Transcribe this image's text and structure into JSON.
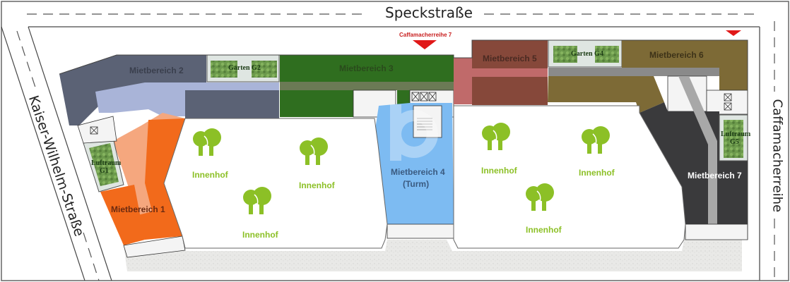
{
  "streets": {
    "north": "Speckstraße",
    "west": "Kaiser-Wilhelm-Straße",
    "east": "Caffamacherreihe"
  },
  "entrance": {
    "label": "Caffamacherreihe 7",
    "marker_color": "#e01818"
  },
  "rental_areas": [
    {
      "id": "mb1",
      "label": "Mietbereich 1",
      "color": "#f26a1b",
      "text_color": "#6b2a10"
    },
    {
      "id": "mb2",
      "label": "Mietbereich 2",
      "color": "#5b6275",
      "text_color": "#3a3f4d"
    },
    {
      "id": "mb3",
      "label": "Mietbereich 3",
      "color": "#2f6e1f",
      "text_color": "#2a4a1c"
    },
    {
      "id": "mb4",
      "label": "Mietbereich 4",
      "sublabel": "(Turm)",
      "color": "#7dbbf2",
      "text_color": "#3a5a80"
    },
    {
      "id": "mb5",
      "label": "Mietbereich 5",
      "color": "#86483a",
      "text_color": "#4a2a22"
    },
    {
      "id": "mb6",
      "label": "Mietbereich 6",
      "color": "#7d6a36",
      "text_color": "#3d3218"
    },
    {
      "id": "mb7",
      "label": "Mietbereich 7",
      "color": "#3a3a3c",
      "text_color": "#ffffff"
    }
  ],
  "gardens": [
    {
      "id": "g1",
      "label": "Luftraum",
      "sublabel": "G1"
    },
    {
      "id": "g2",
      "label": "Garten G2"
    },
    {
      "id": "g4",
      "label": "Garten G4"
    },
    {
      "id": "g5",
      "label": "Luftraum",
      "sublabel": "G5"
    }
  ],
  "courtyards": [
    {
      "label": "Innenhof"
    },
    {
      "label": "Innenhof"
    },
    {
      "label": "Innenhof"
    },
    {
      "label": "Innenhof"
    },
    {
      "label": "Innenhof"
    },
    {
      "label": "Innenhof"
    }
  ],
  "colors": {
    "tree": "#8cc026",
    "courtyard_text": "#8cc026",
    "corridor_light": "#a9b4d8",
    "corridor_mb1": "#f5a77e",
    "corridor_mb3": "#6b7a55",
    "corridor_mb5": "#c06a6a",
    "corridor_mb6": "#8a8a8a",
    "pavement": "#e8e8e6",
    "outline": "#555555"
  }
}
